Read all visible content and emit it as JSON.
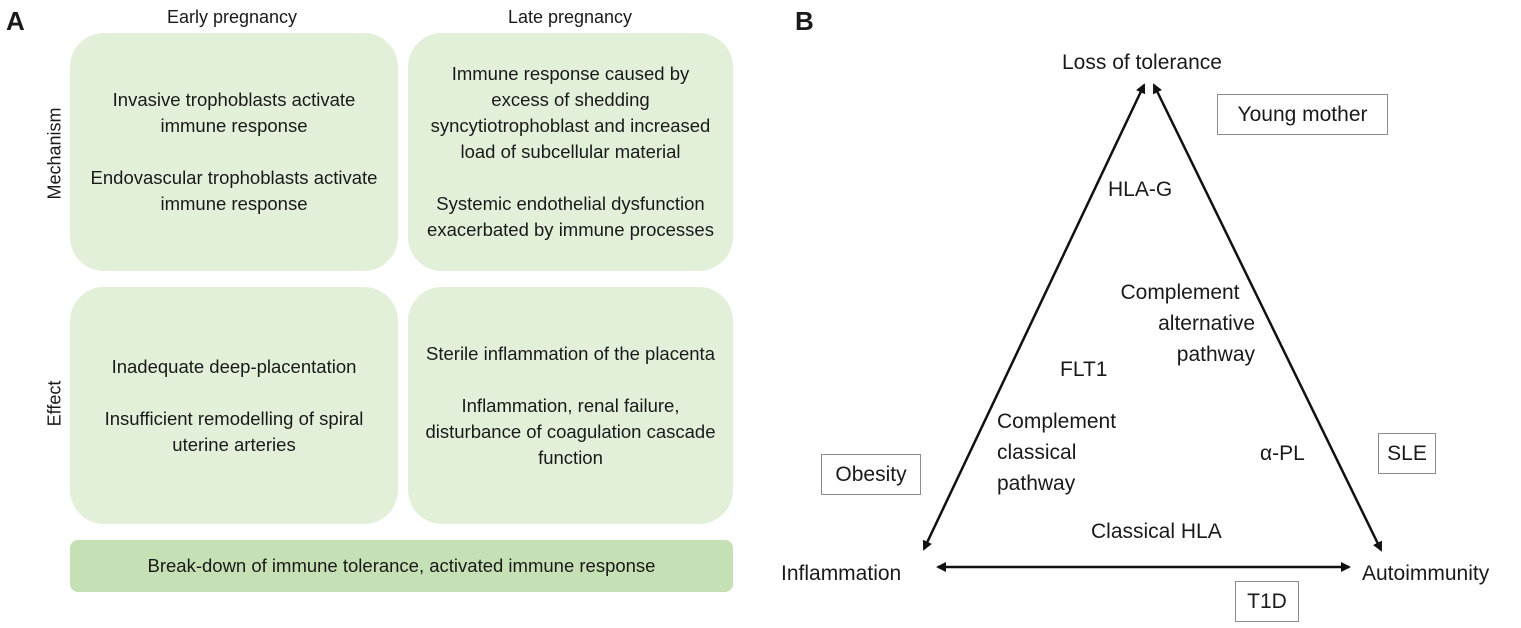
{
  "panel_a": {
    "letter": "A",
    "columns": [
      "Early pregnancy",
      "Late pregnancy"
    ],
    "rows": [
      "Mechanism",
      "Effect"
    ],
    "mechanism_early": [
      "Invasive trophoblasts activate immune response",
      "Endovascular trophoblasts activate immune response"
    ],
    "mechanism_late": [
      "Immune response caused by excess of shedding syncytiotrophoblast and increased load of subcellular material",
      "Systemic endothelial dysfunction exacerbated by immune processes"
    ],
    "effect_early": [
      "Inadequate deep-placentation",
      "Insufficient remodelling of spiral uterine arteries"
    ],
    "effect_late": [
      "Sterile inflammation of the placenta",
      "Inflammation, renal failure, disturbance of coagulation cascade function"
    ],
    "banner": "Break-down of immune tolerance, activated immune response"
  },
  "panel_b": {
    "letter": "B",
    "vertices": {
      "top": "Loss of tolerance",
      "left": "Inflammation",
      "right": "Autoimmunity"
    },
    "inner_labels": {
      "hla_g": "HLA-G",
      "complement_alt": [
        "Complement",
        "alternative",
        "pathway"
      ],
      "flt1": "FLT1",
      "complement_classical": [
        "Complement",
        "classical",
        "pathway"
      ],
      "alpha_pl": "α-PL",
      "classical_hla": "Classical HLA"
    },
    "tags": {
      "young_mother": "Young mother",
      "obesity": "Obesity",
      "sle": "SLE",
      "t1d": "T1D"
    }
  }
}
